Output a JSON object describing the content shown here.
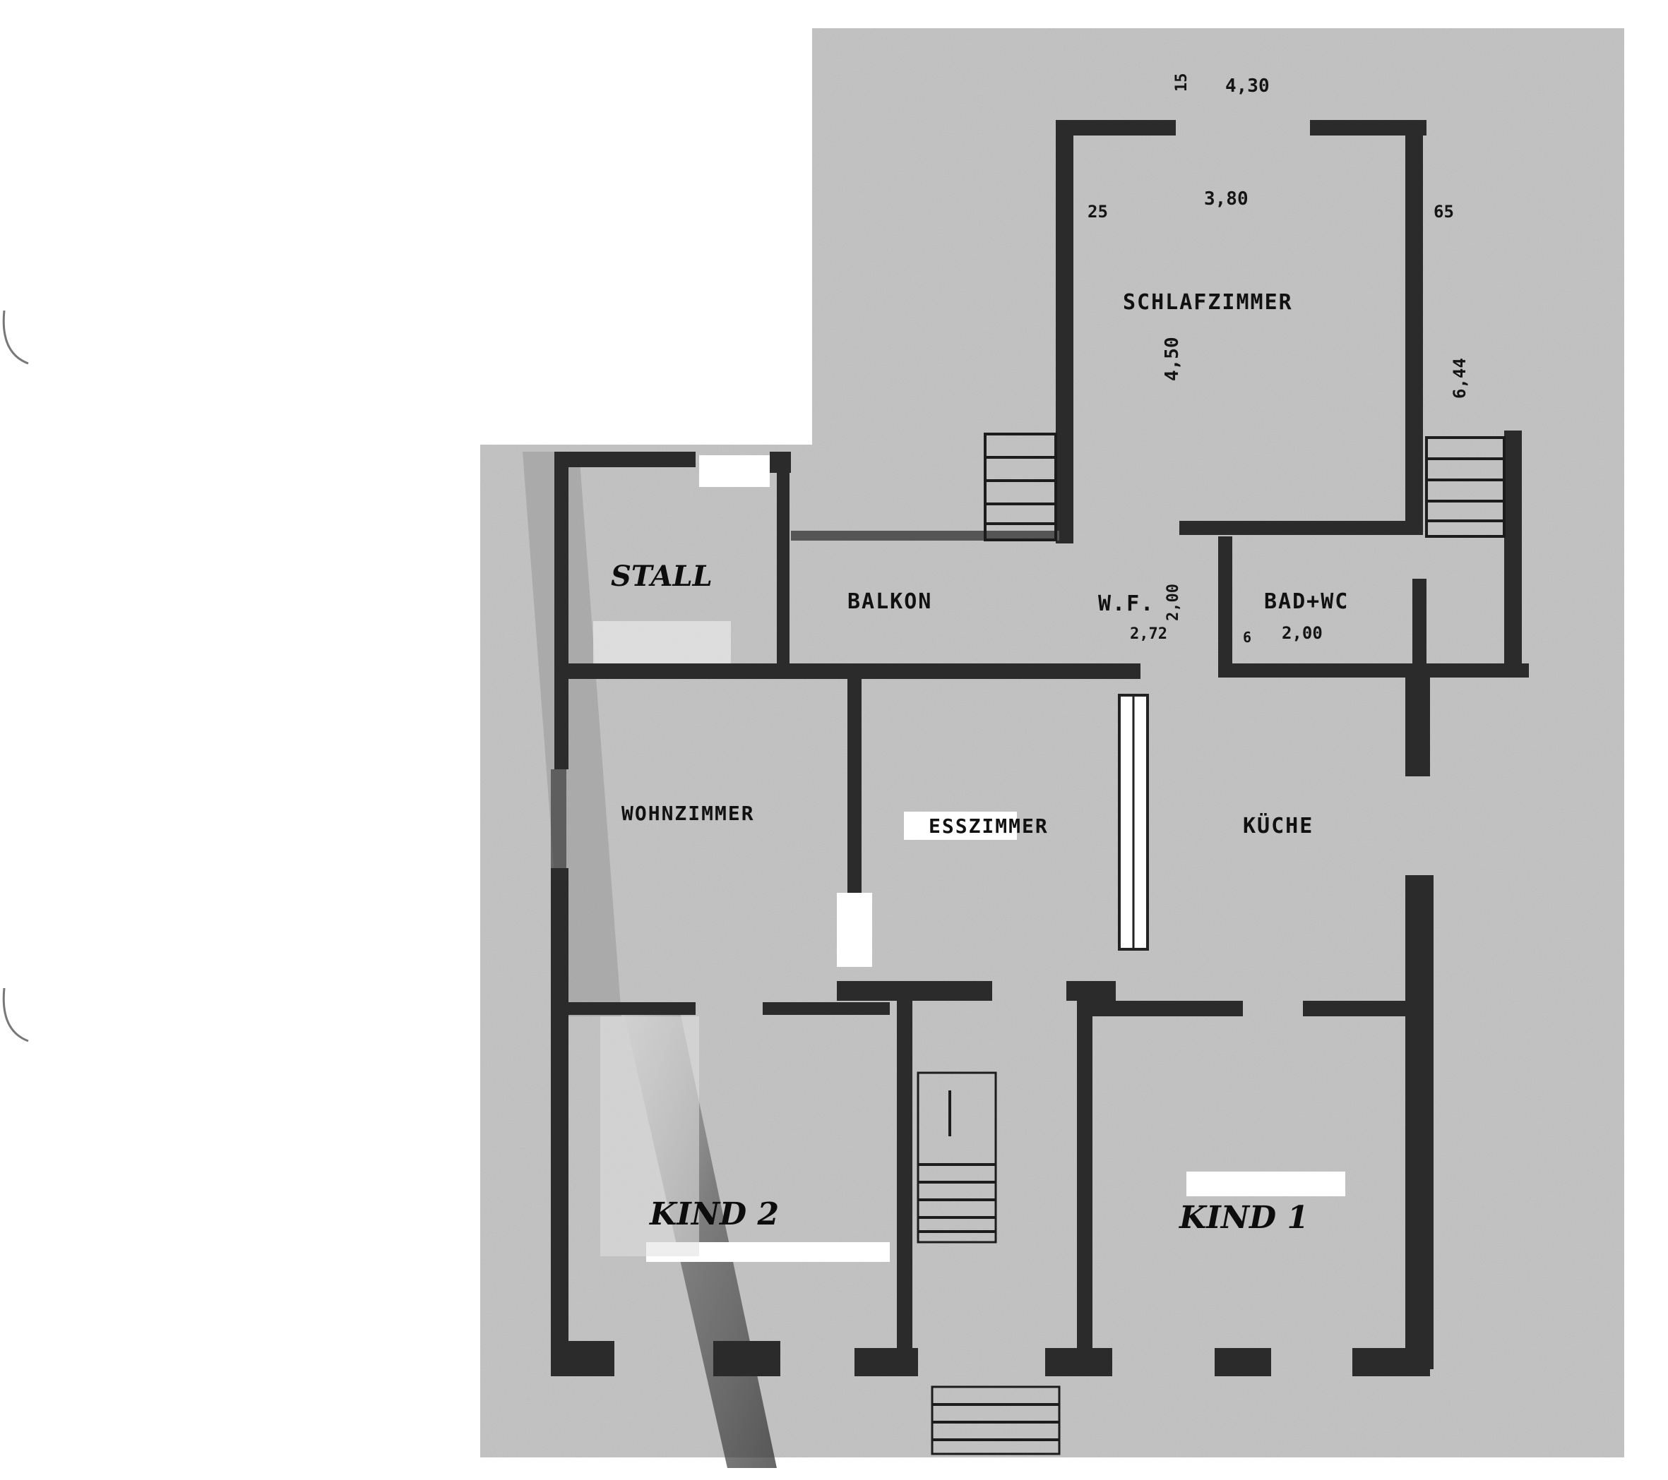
{
  "plan": {
    "rooms": {
      "stall": "STALL",
      "balkon": "BALKON",
      "schlafzimmer": "SCHLAFZIMMER",
      "wf": "W.F.",
      "bad_wc": "BAD+WC",
      "wohnzimmer": "WOHNZIMMER",
      "esszimmer": "ESSZIMMER",
      "kueche": "KÜCHE",
      "kind2": "KIND 2",
      "kind1": "KIND 1"
    },
    "dimensions": {
      "top_width": "4,30",
      "top_wall_left": "15",
      "inner_width": "3,80",
      "wall_left": "25",
      "wall_right": "65",
      "depth": "4,50",
      "side_right": "6,44",
      "wf_area": "2,72",
      "wf_height": "2,00",
      "bad_width": "2,00",
      "bad_wall": "6"
    },
    "colors": {
      "paper": "#bdbdbd",
      "wall": "#2b2b2b",
      "text": "#111111"
    }
  }
}
